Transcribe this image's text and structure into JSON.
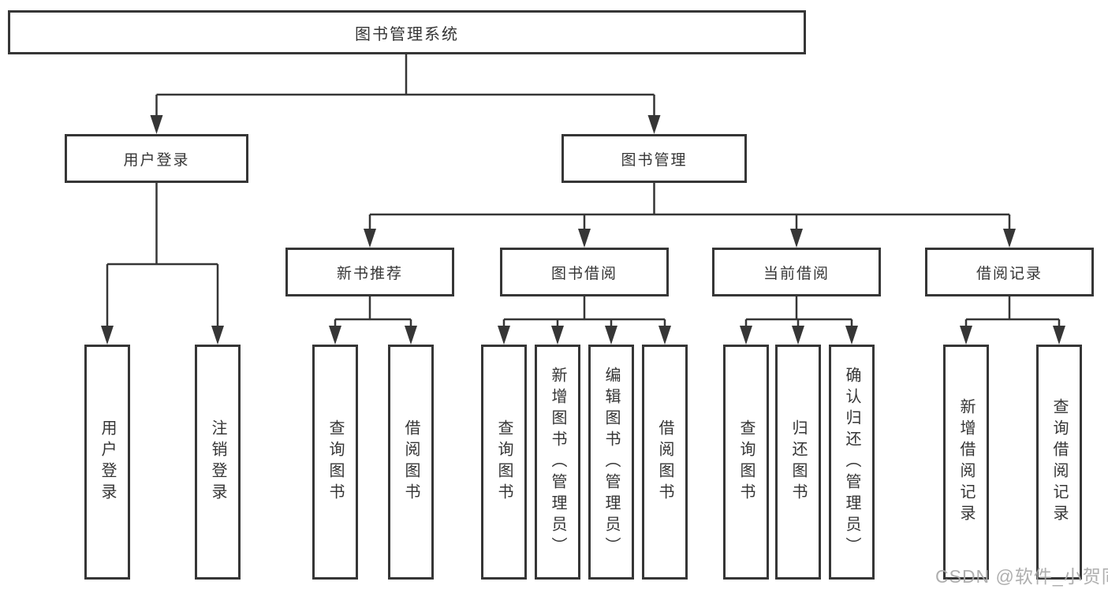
{
  "diagram_title": "图书管理系统",
  "tree": {
    "root": {
      "label": "图书管理系统",
      "children": [
        {
          "label": "用户登录",
          "children": [
            {
              "label": "用户登录"
            },
            {
              "label": "注销登录"
            }
          ]
        },
        {
          "label": "图书管理",
          "children": [
            {
              "label": "新书推荐",
              "children": [
                {
                  "label": "查询图书"
                },
                {
                  "label": "借阅图书"
                }
              ]
            },
            {
              "label": "图书借阅",
              "children": [
                {
                  "label": "查询图书"
                },
                {
                  "label": "新增图书（管理员）"
                },
                {
                  "label": "编辑图书（管理员）"
                },
                {
                  "label": "借阅图书"
                }
              ]
            },
            {
              "label": "当前借阅",
              "children": [
                {
                  "label": "查询图书"
                },
                {
                  "label": "归还图书"
                },
                {
                  "label": "确认归还（管理员）"
                }
              ]
            },
            {
              "label": "借阅记录",
              "children": [
                {
                  "label": "新增借阅记录"
                },
                {
                  "label": "查询借阅记录"
                }
              ]
            }
          ]
        }
      ]
    }
  },
  "watermark": {
    "text": "CSDN @软件_小贺同学"
  },
  "colors": {
    "line": "#363636",
    "box_border": "#363636",
    "text": "#353535",
    "watermark": "#a8a8a8",
    "background": "#ffffff"
  }
}
